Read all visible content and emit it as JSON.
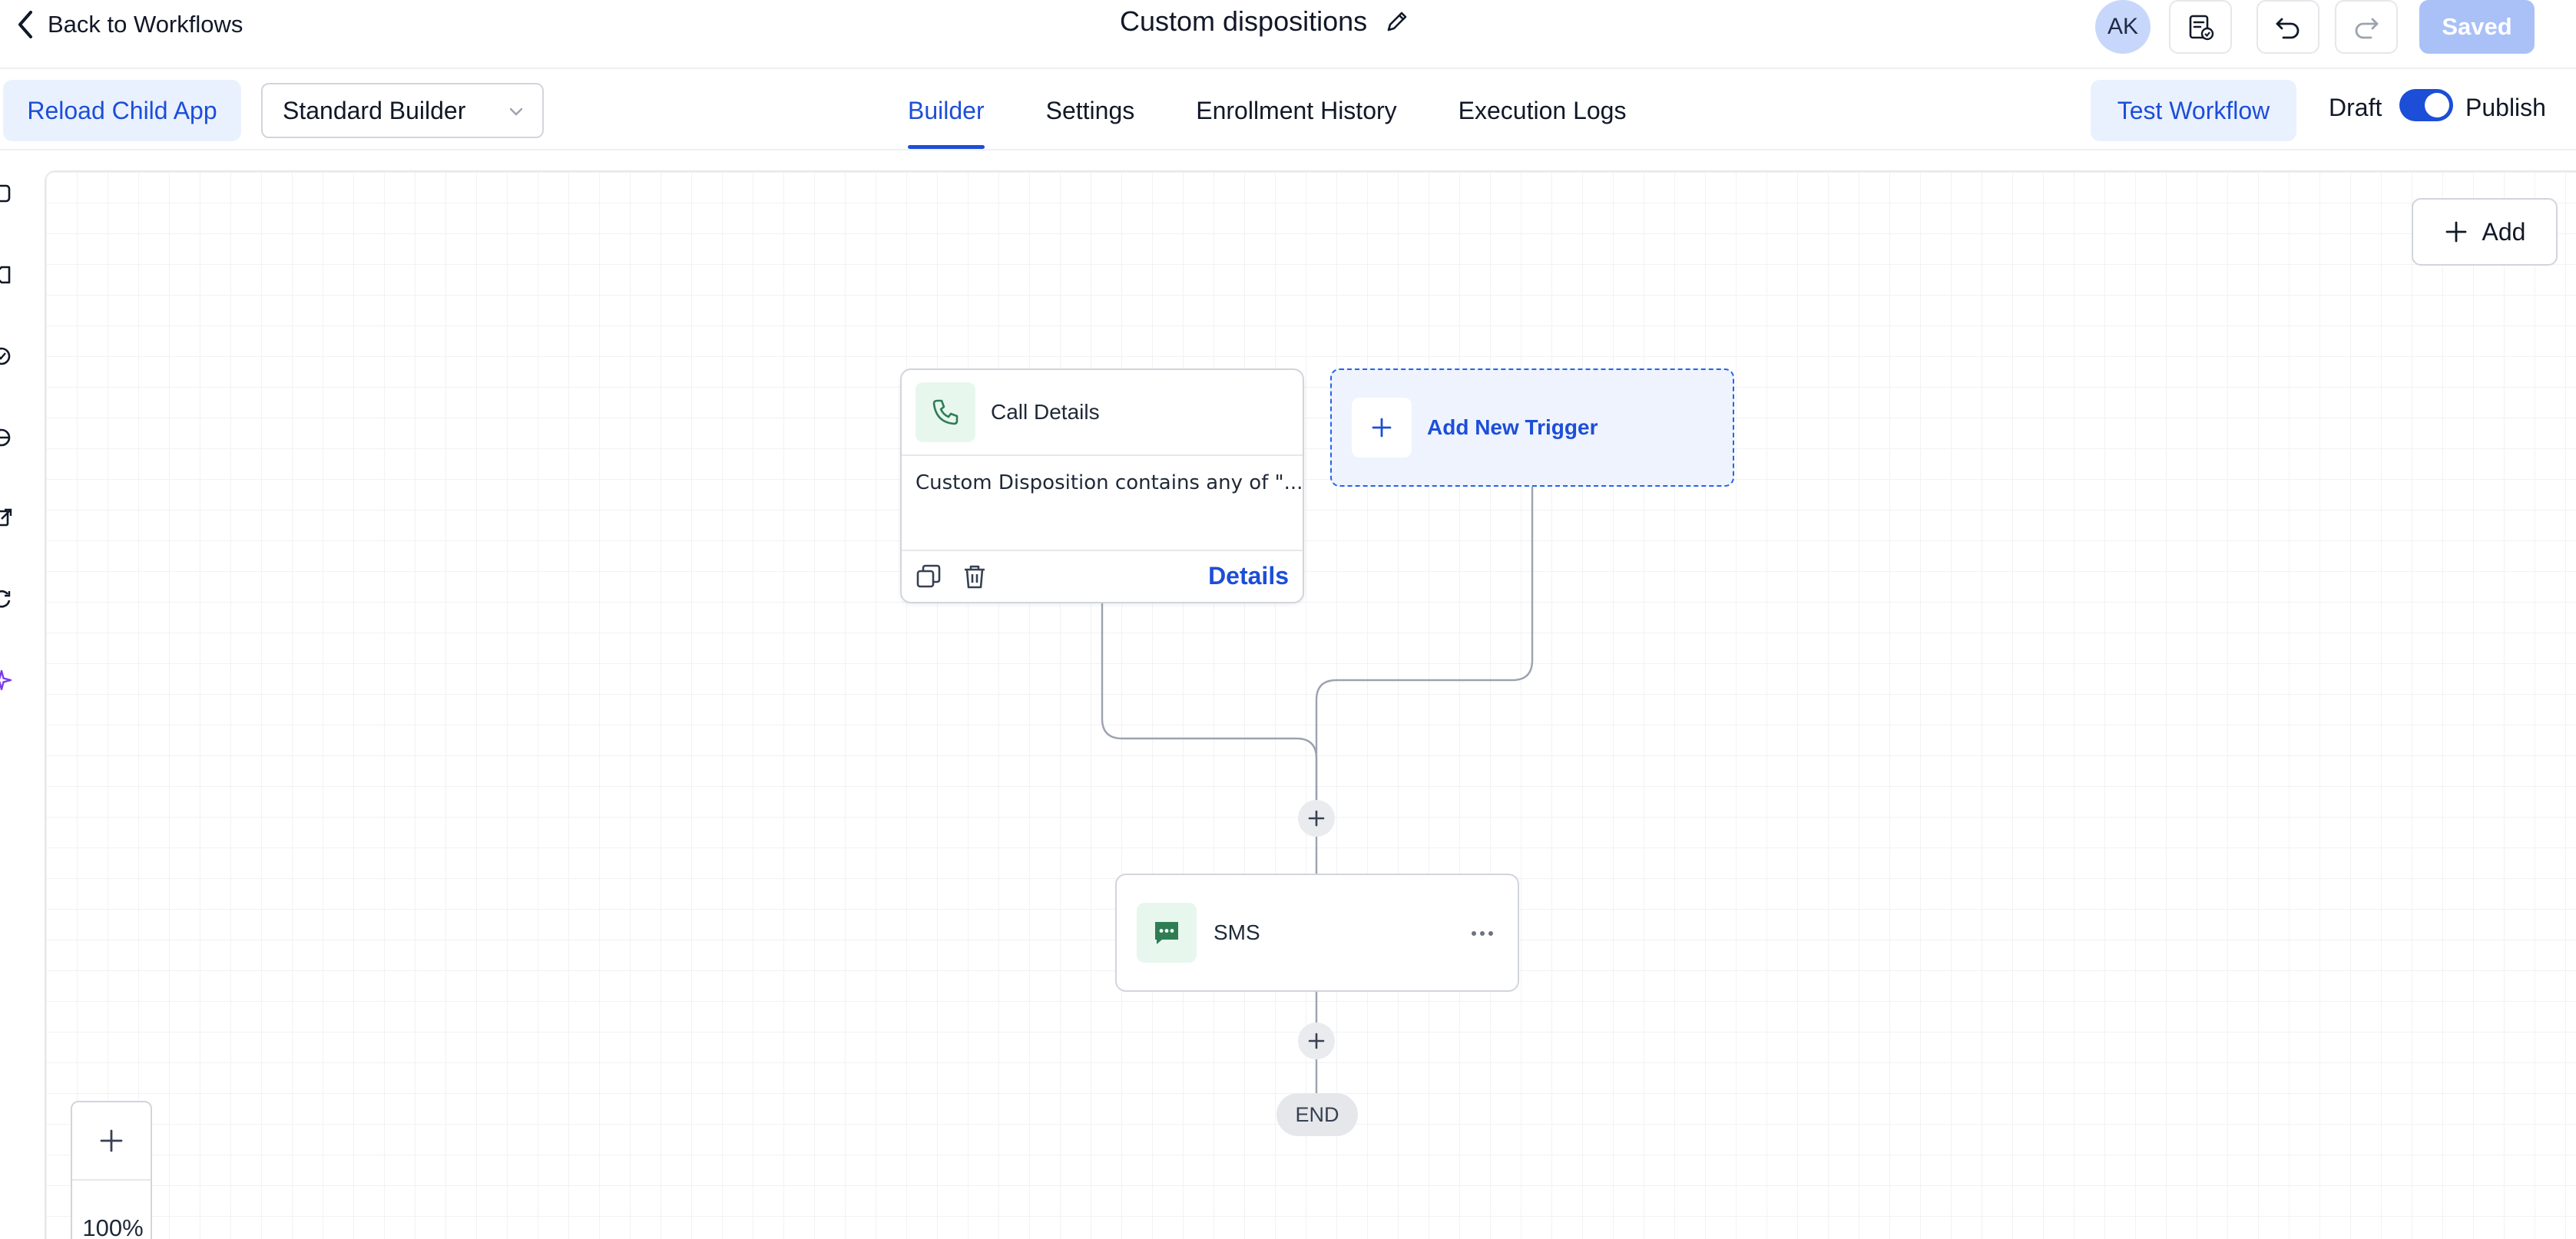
{
  "header": {
    "back_label": "Back to Workflows",
    "title": "Custom dispositions",
    "avatar_initials": "AK",
    "saved_label": "Saved"
  },
  "toolbar": {
    "reload_label": "Reload Child App",
    "builder_select_value": "Standard Builder",
    "tabs": [
      {
        "label": "Builder",
        "active": true
      },
      {
        "label": "Settings",
        "active": false
      },
      {
        "label": "Enrollment History",
        "active": false
      },
      {
        "label": "Execution Logs",
        "active": false
      }
    ],
    "test_label": "Test Workflow",
    "draft_label": "Draft",
    "publish_label": "Publish",
    "publish_enabled": true
  },
  "canvas": {
    "add_label": "Add",
    "trigger": {
      "name": "Call Details",
      "condition": "Custom Disposition contains any of \"...",
      "details_label": "Details"
    },
    "add_trigger_label": "Add New Trigger",
    "action": {
      "name": "SMS"
    },
    "end_label": "END",
    "zoom_level": "100%"
  },
  "colors": {
    "accent": "#1d4ed8",
    "accent_soft": "#eaf1fe",
    "saved_disabled": "#a9c1f7",
    "icon_green": "#2f7d55"
  },
  "icons": {
    "rail": [
      "square-icon",
      "tag-icon",
      "check-circle-icon",
      "globe-icon",
      "external-link-icon",
      "refresh-icon",
      "sparkle-icon"
    ]
  }
}
